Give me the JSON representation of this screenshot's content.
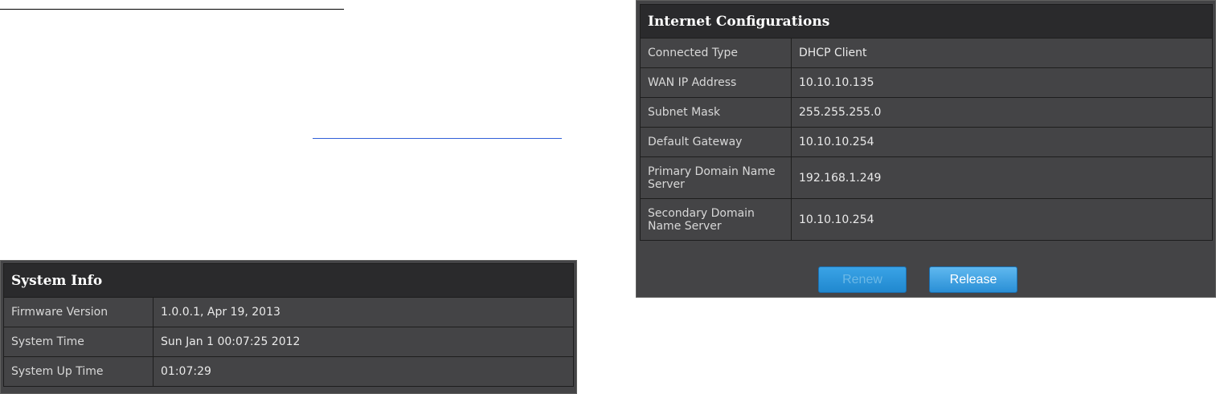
{
  "system_info": {
    "title": "System Info",
    "rows": [
      {
        "label": "Firmware Version",
        "value": "1.0.0.1, Apr 19, 2013"
      },
      {
        "label": "System Time",
        "value": "Sun Jan 1 00:07:25 2012"
      },
      {
        "label": "System Up Time",
        "value": "01:07:29"
      }
    ]
  },
  "internet_config": {
    "title": "Internet Configurations",
    "rows": [
      {
        "label": "Connected Type",
        "value": "DHCP Client"
      },
      {
        "label": "WAN IP Address",
        "value": "10.10.10.135"
      },
      {
        "label": "Subnet Mask",
        "value": "255.255.255.0"
      },
      {
        "label": "Default Gateway",
        "value": "10.10.10.254"
      },
      {
        "label": "Primary Domain Name Server",
        "value": "192.168.1.249"
      },
      {
        "label": "Secondary Domain Name Server",
        "value": "10.10.10.254"
      }
    ],
    "buttons": {
      "renew": "Renew",
      "release": "Release"
    }
  },
  "colors": {
    "panel_bg": "#444446",
    "header_bg": "#2a2a2c",
    "button_blue": "#2a8fd6"
  }
}
